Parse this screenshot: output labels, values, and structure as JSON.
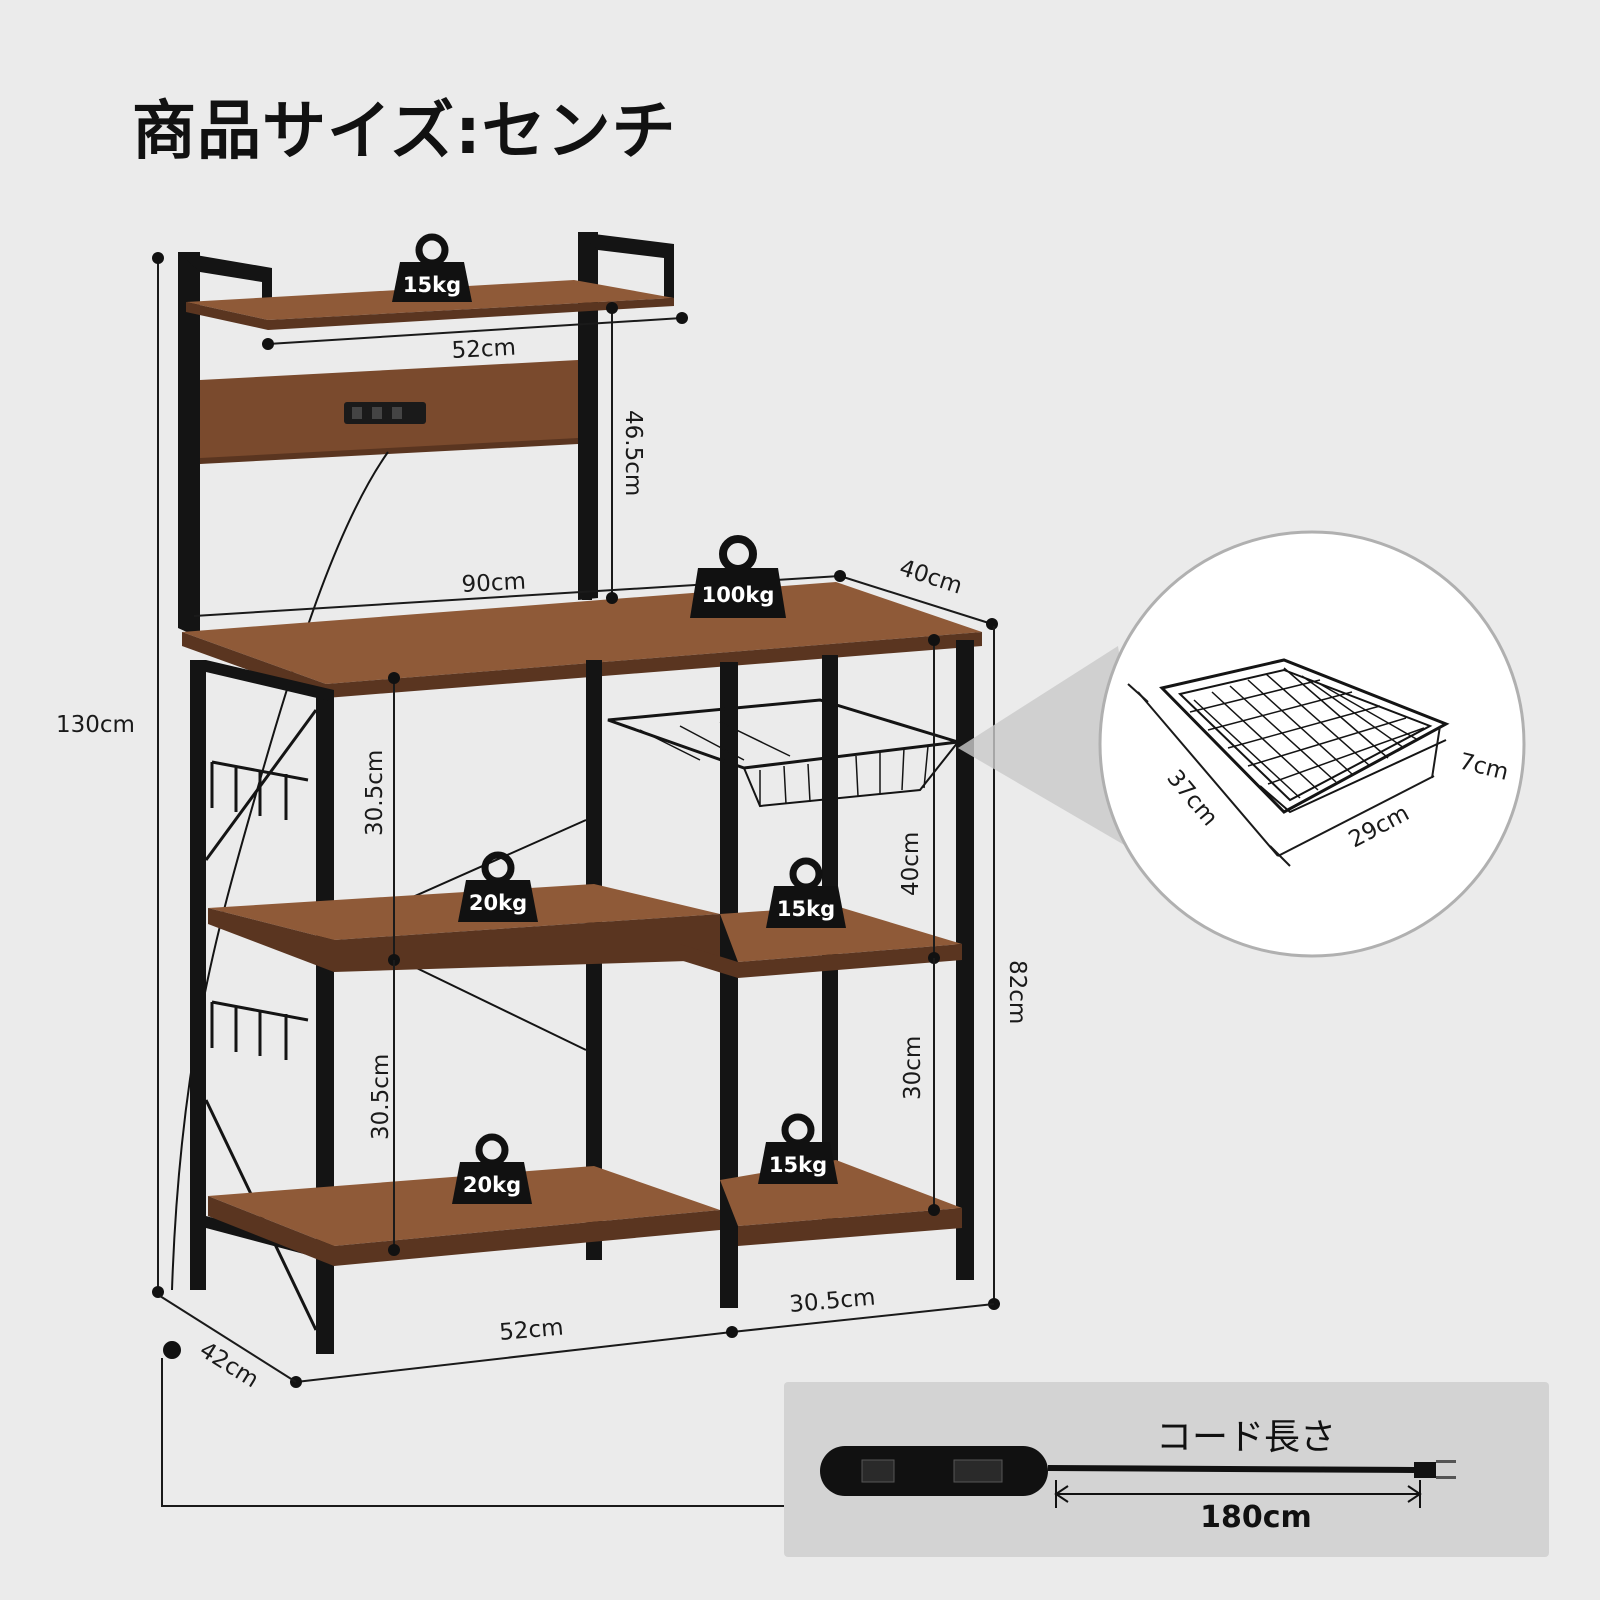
{
  "title": "商品サイズ:センチ",
  "dimensions": {
    "top_shelf_width": "52cm",
    "top_height": "46.5cm",
    "total_width": "90cm",
    "depth": "40cm",
    "total_height": "130cm",
    "upper_gap": "30.5cm",
    "lower_gap": "30.5cm",
    "right_upper_gap": "40cm",
    "right_lower_gap": "30cm",
    "counter_height": "82cm",
    "bottom_left_width": "52cm",
    "bottom_right_width": "30.5cm",
    "bottom_depth": "42cm"
  },
  "weights": {
    "top_shelf": "15kg",
    "countertop": "100kg",
    "middle_left": "20kg",
    "middle_right": "15kg",
    "bottom_left": "20kg",
    "bottom_right": "15kg"
  },
  "basket": {
    "depth": "37cm",
    "width": "29cm",
    "height": "7cm"
  },
  "cord": {
    "label": "コード長さ",
    "length": "180cm"
  },
  "colors": {
    "background": "#ebebeb",
    "wood": "#7a4a2d",
    "metal": "#141414",
    "cord_panel": "#d3d3d3"
  }
}
